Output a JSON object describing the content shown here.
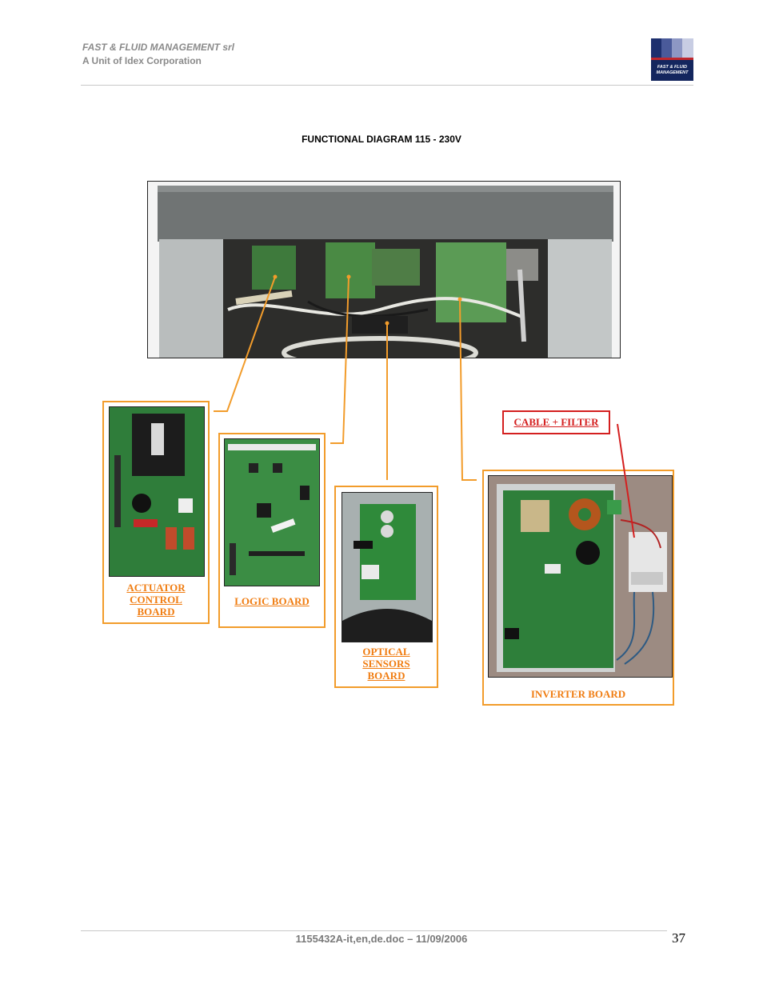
{
  "header": {
    "company": "FAST & FLUID MANAGEMENT srl",
    "unit": "A Unit of Idex Corporation",
    "logo_text": [
      "FAST & FLUID",
      "MANAGEMENT"
    ]
  },
  "diagram": {
    "title": "FUNCTIONAL DIAGRAM 115 - 230V",
    "labels": {
      "actuator": [
        "ACTUATOR",
        "CONTROL",
        "BOARD"
      ],
      "logic": "LOGIC BOARD",
      "optical": [
        "OPTICAL",
        "SENSORS",
        "BOARD"
      ],
      "inverter": "INVERTER BOARD",
      "cable": "CABLE + FILTER"
    }
  },
  "footer": {
    "doc": "1155432A-it,en,de.doc – 11/09/2006",
    "page": "37"
  },
  "colors": {
    "callout_orange": "#f29c2b",
    "label_orange": "#f07d12",
    "cable_red": "#d41f1f",
    "pcb_green": "#2f7d3a",
    "logo_navy": "#14265e"
  }
}
